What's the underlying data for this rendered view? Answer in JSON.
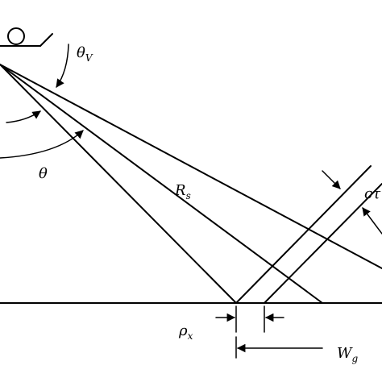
{
  "labels": {
    "theta_v": {
      "main": "θ",
      "sub": "V"
    },
    "theta": {
      "main": "θ"
    },
    "r_s": {
      "main": "R",
      "sub": "s"
    },
    "c_tau": {
      "main": "c",
      "tail": "τ"
    },
    "rho_x": {
      "main": "ρ",
      "sub": "x"
    },
    "w_g": {
      "main": "W",
      "sub": "g"
    }
  },
  "colors": {
    "ink": "#000000",
    "background": "#ffffff"
  }
}
